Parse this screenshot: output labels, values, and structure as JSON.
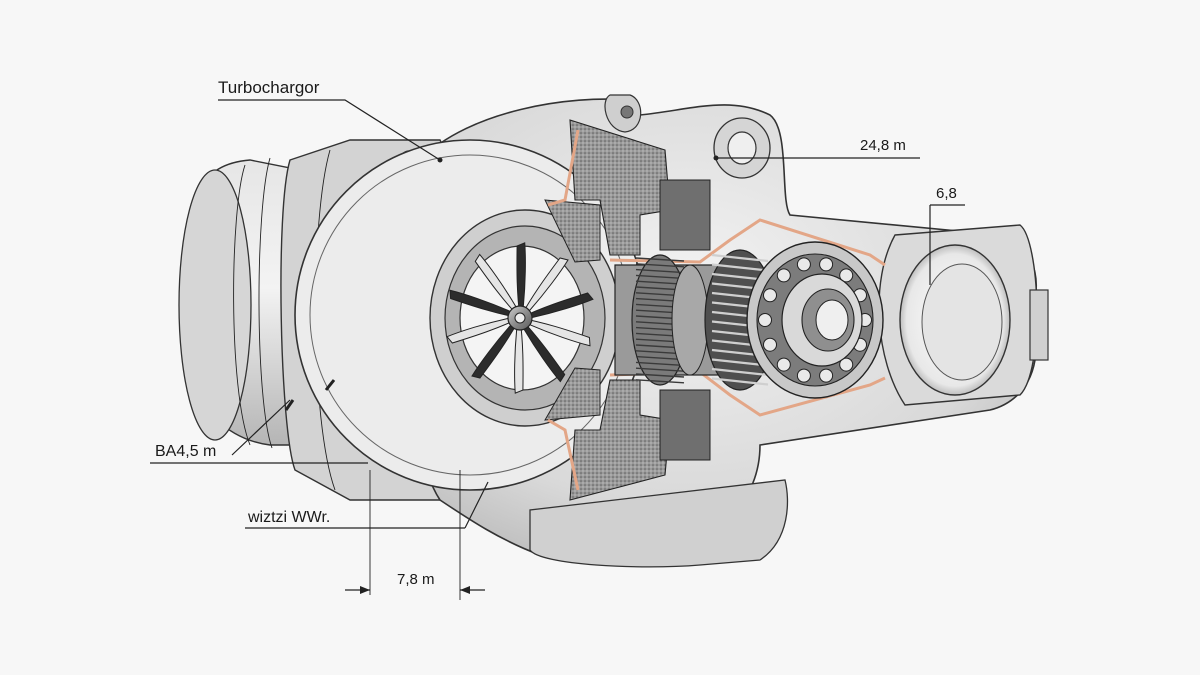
{
  "diagram": {
    "labels": {
      "main": "Turbochargor",
      "top_right": "24,8 m",
      "right": "6,8",
      "left": "BA4,5 m",
      "lower_left": "wiztzi WWr.",
      "bottom": "7,8 m"
    },
    "colors": {
      "background": "#f7f7f7",
      "housing": "#dedede",
      "housing_shadow": "#bdbdbd",
      "line": "#222222",
      "gasket": "#e9b79a",
      "cut_section": "#8a8a8a"
    }
  }
}
